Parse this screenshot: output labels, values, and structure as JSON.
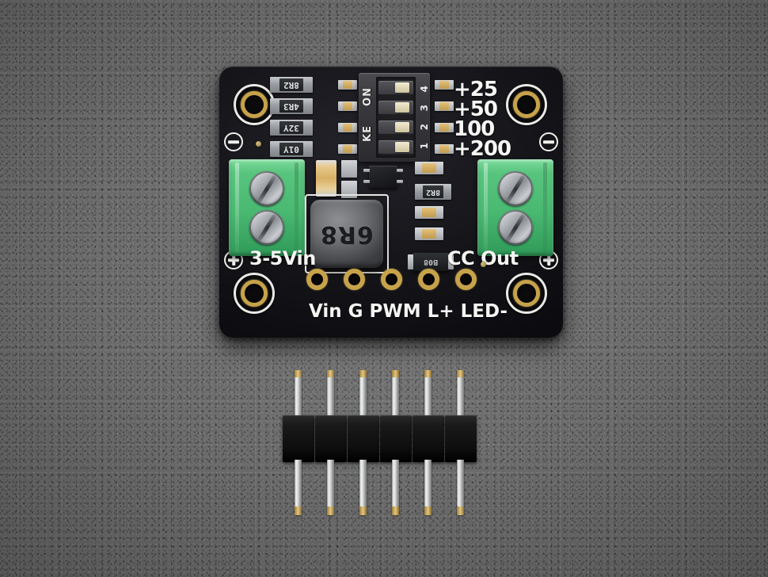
{
  "scene": {
    "kind": "product-photo",
    "subject": "constant-current LED driver breakout board",
    "background_color": "#6a6a6a"
  },
  "board": {
    "solder_mask_color": "#141418",
    "silkscreen_color": "#f4f4f2",
    "pad_plating_color": "#c6a24a",
    "terminal_block_color": "#49b871",
    "labels": {
      "power_input": "3-5Vin",
      "output": "CC Out",
      "pad_row": "Vin G PWM L+ LED-"
    },
    "pads": [
      {
        "name": "Vin",
        "label": "Vin"
      },
      {
        "name": "G",
        "label": "G"
      },
      {
        "name": "PWM",
        "label": "PWM"
      },
      {
        "name": "Lplus",
        "label": "L+"
      },
      {
        "name": "LEDm",
        "label": "LED-"
      }
    ],
    "polarity_markers": [
      {
        "position": "top-left",
        "symbol": "minus"
      },
      {
        "position": "top-right",
        "symbol": "minus"
      },
      {
        "position": "bottom-left",
        "symbol": "plus"
      },
      {
        "position": "bottom-right",
        "symbol": "plus"
      }
    ],
    "mounting_holes": 4
  },
  "dipswitch": {
    "on_text": "ON",
    "brand_text": "KE",
    "positions": [
      "1",
      "2",
      "3",
      "4"
    ],
    "switch_count": 4,
    "current_labels": [
      "+25",
      "+50",
      "100",
      "+200"
    ]
  },
  "components": {
    "inductor_code": "6R8",
    "diode_code": "B08",
    "resistor_codes_left": [
      "8R2",
      "4R3",
      "32Y",
      "01Y"
    ],
    "resistor_code_right": "8R2"
  },
  "header_strip": {
    "pin_count": 6,
    "type": "male-header",
    "plastic_color": "#131313"
  }
}
